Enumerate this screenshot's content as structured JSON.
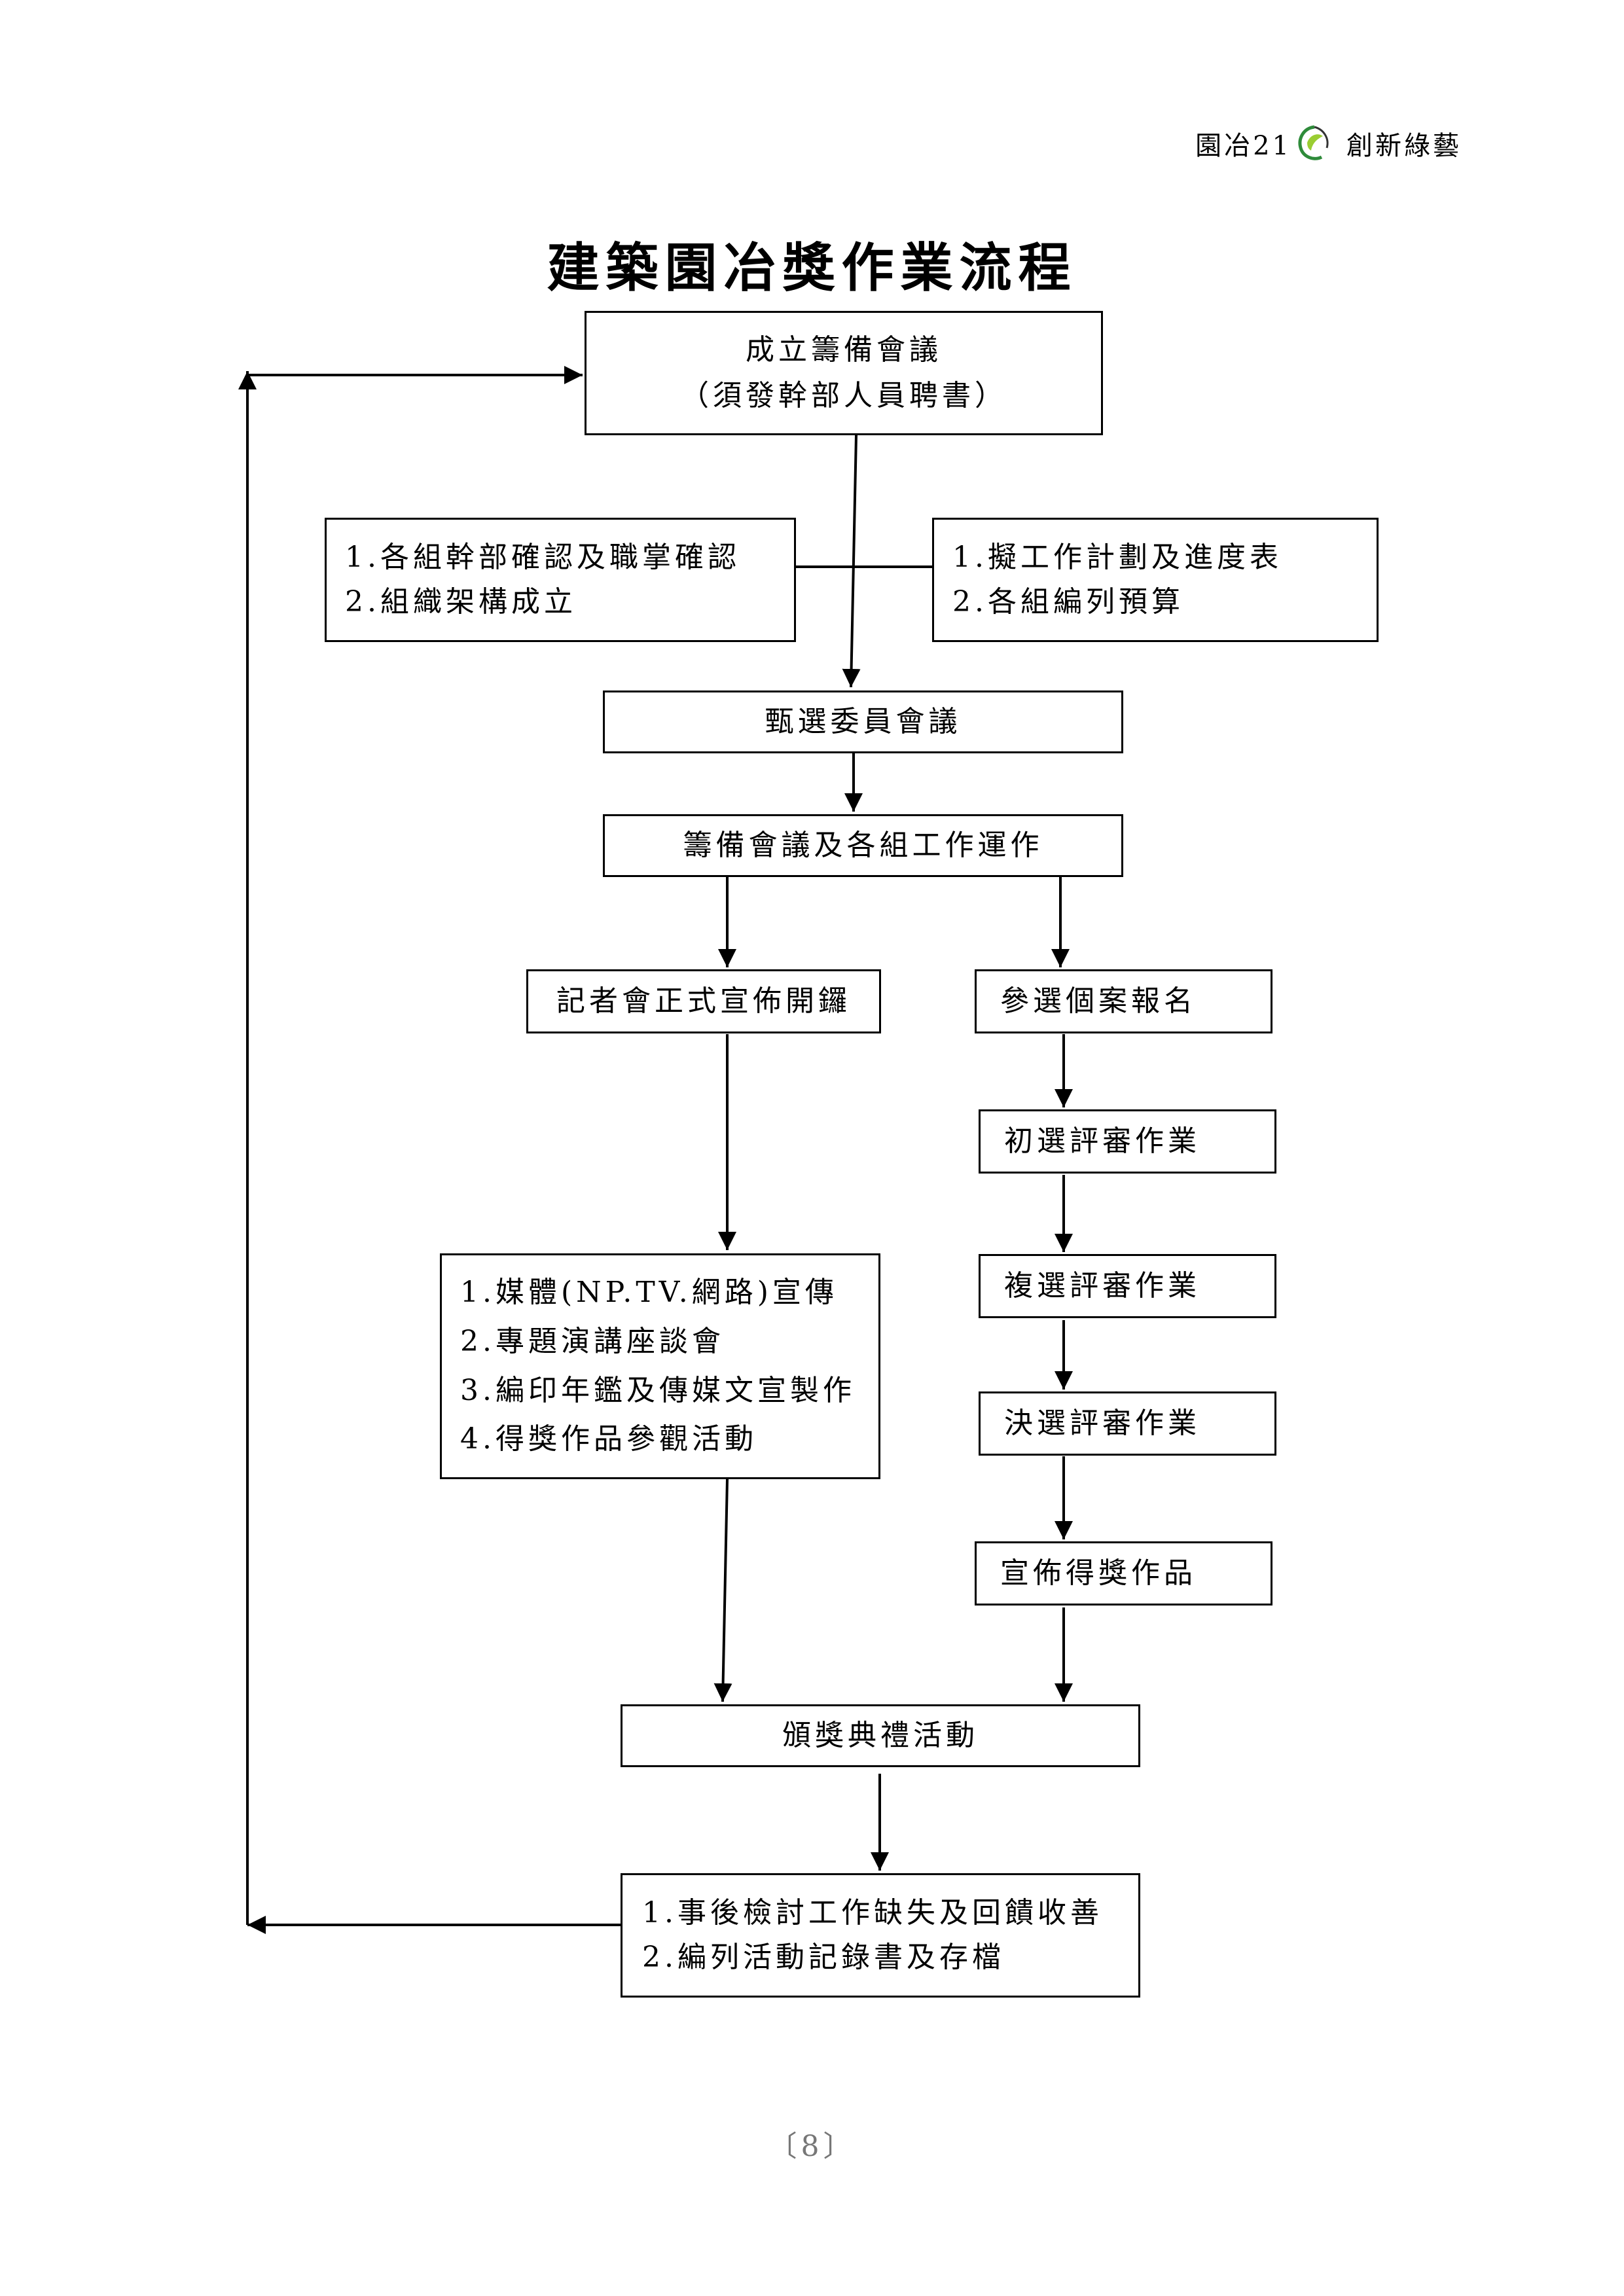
{
  "header": {
    "left_text": "園冶21",
    "right_text": "創新綠藝",
    "logo_icon": "leaf-swirl-icon",
    "logo_colors": [
      "#2e8b3a",
      "#9acd32",
      "#333333"
    ]
  },
  "title": "建築園冶獎作業流程",
  "boxes": {
    "preparatory_meeting": [
      "成立籌備會議",
      "（須發幹部人員聘書）"
    ],
    "left_tasks": [
      "1.各組幹部確認及職掌確認",
      "2.組織架構成立"
    ],
    "right_tasks": [
      "1.擬工作計劃及進度表",
      "2.各組編列預算"
    ],
    "selection_committee": [
      "甄選委員會議"
    ],
    "working_operation": [
      "籌備會議及各組工作運作"
    ],
    "press_conference": [
      "記者會正式宣佈開鑼"
    ],
    "case_registration": [
      "參選個案報名"
    ],
    "preliminary_review": [
      "初選評審作業"
    ],
    "second_review": [
      "複選評審作業"
    ],
    "final_review": [
      "決選評審作業"
    ],
    "announcement": [
      "宣佈得獎作品"
    ],
    "promotion": [
      "1.媒體(NP.TV.網路)宣傳",
      "2.專題演講座談會",
      "3.編印年鑑及傳媒文宣製作",
      "4.得獎作品參觀活動"
    ],
    "award_ceremony": [
      "頒獎典禮活動"
    ],
    "post_review": [
      "1.事後檢討工作缺失及回饋收善",
      "2.編列活動記錄書及存檔"
    ]
  },
  "page_number": "〔8〕"
}
